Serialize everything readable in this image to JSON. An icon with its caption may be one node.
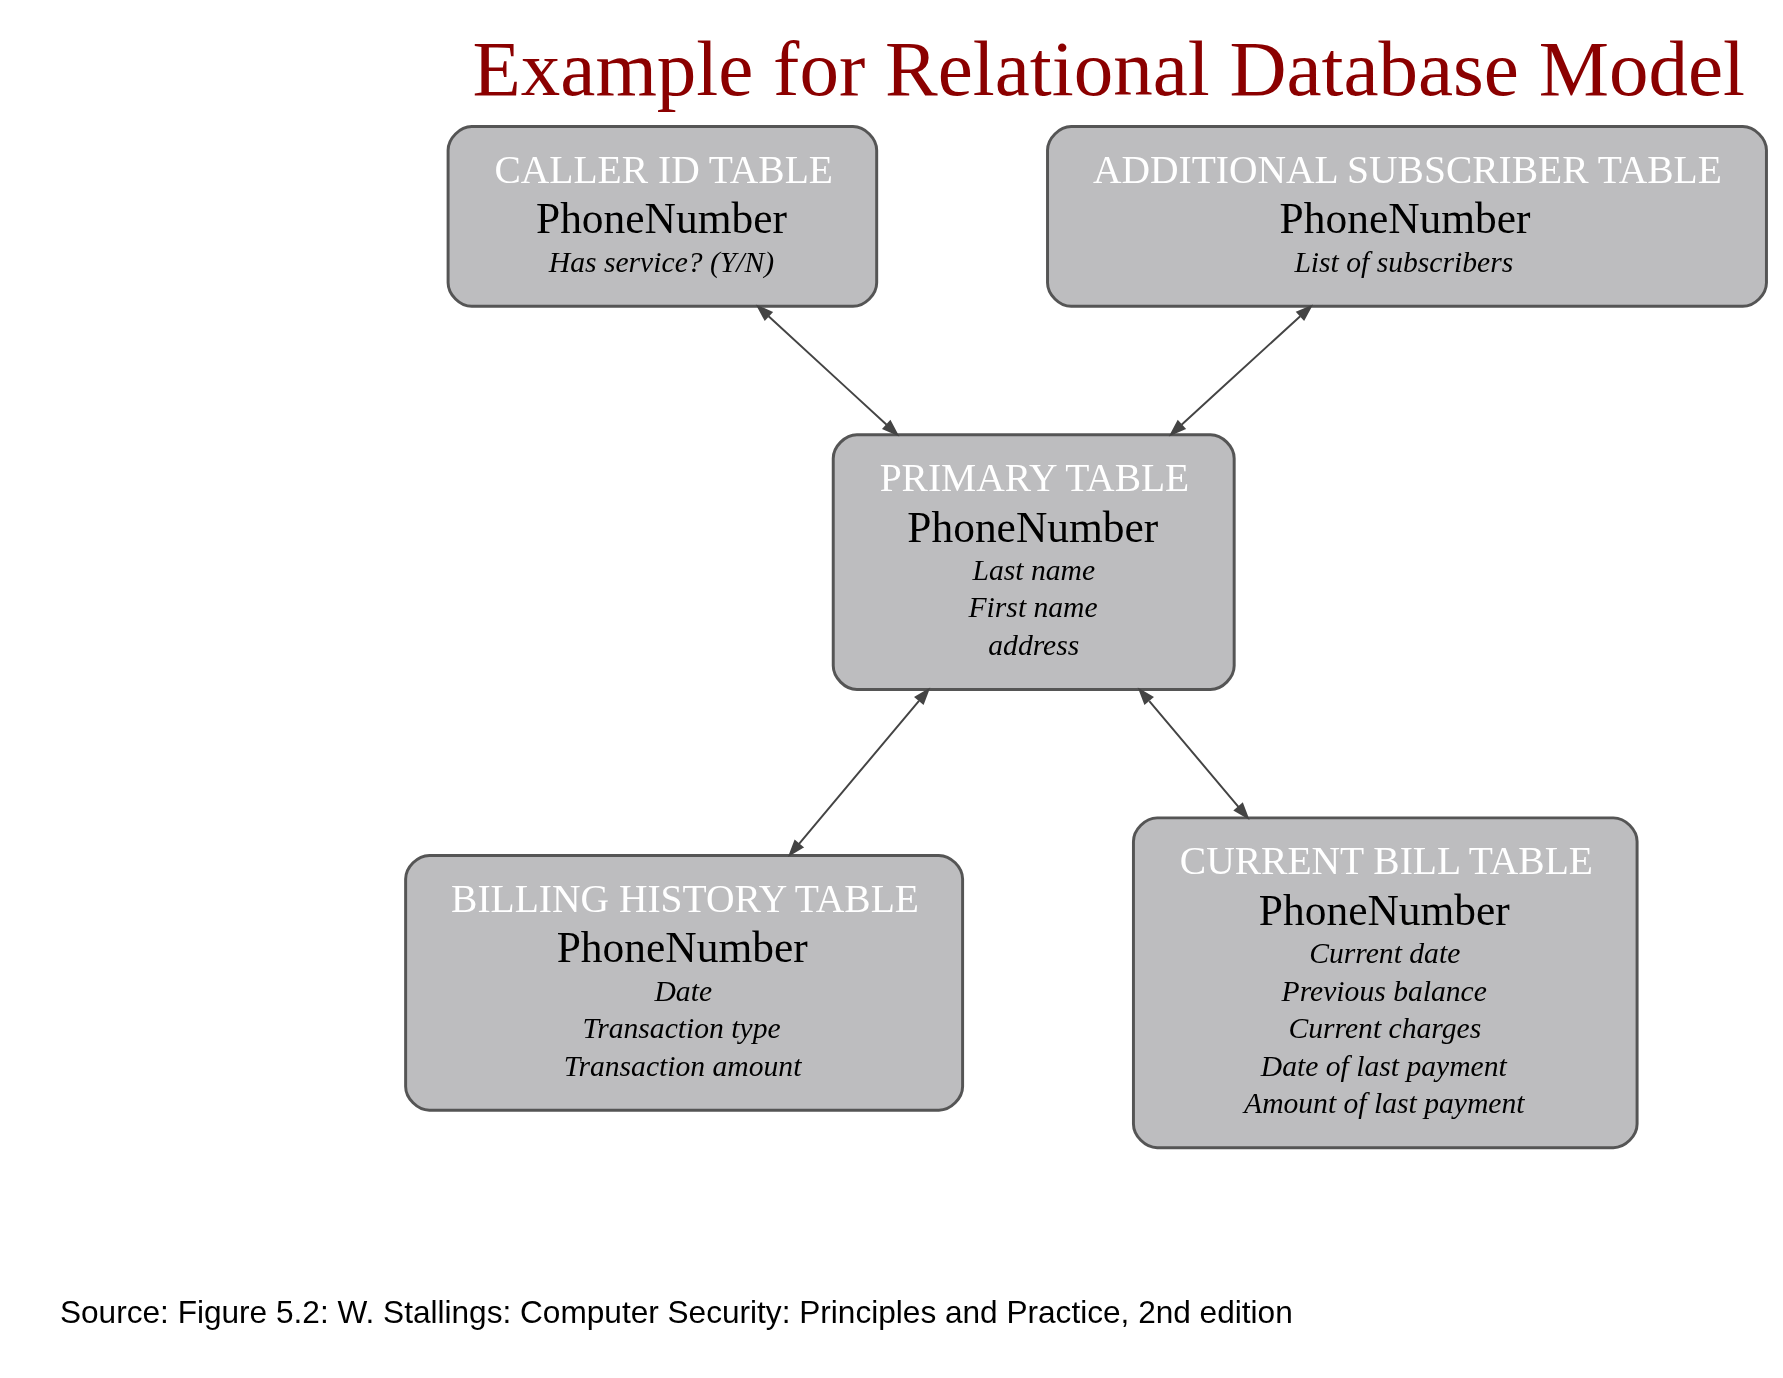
{
  "diagram": {
    "title": "Example for Relational Database Model",
    "caption": "Source: Figure 5.2: W. Stallings: Computer Security: Principles and Practice, 2nd edition",
    "nodes": [
      {
        "text": [
          "CALLER ID TABLE",
          "PhoneNumber",
          "Has service? (Y/N)"
        ]
      },
      {
        "text": [
          "ADDITIONAL SUBSCRIBER TABLE",
          "PhoneNumber",
          "List of subscribers"
        ]
      },
      {
        "text": [
          "PRIMARY TABLE",
          "PhoneNumber",
          "Last name",
          "First name",
          "address"
        ]
      },
      {
        "text": [
          "BILLING HISTORY TABLE",
          "PhoneNumber",
          "Date",
          "Transaction type",
          "Transaction amount"
        ]
      },
      {
        "text": [
          "CURRENT BILL TABLE",
          "PhoneNumber",
          "Current date",
          "Previous balance",
          "Current charges",
          "Date of last payment",
          "Amount of last payment"
        ]
      }
    ],
    "edges": [
      {
        "from": 0,
        "to": 2,
        "arrow": "both"
      },
      {
        "from": 1,
        "to": 2,
        "arrow": "both"
      },
      {
        "from": 2,
        "to": 3,
        "arrow": "both"
      },
      {
        "from": 2,
        "to": 4,
        "arrow": "both"
      }
    ]
  }
}
